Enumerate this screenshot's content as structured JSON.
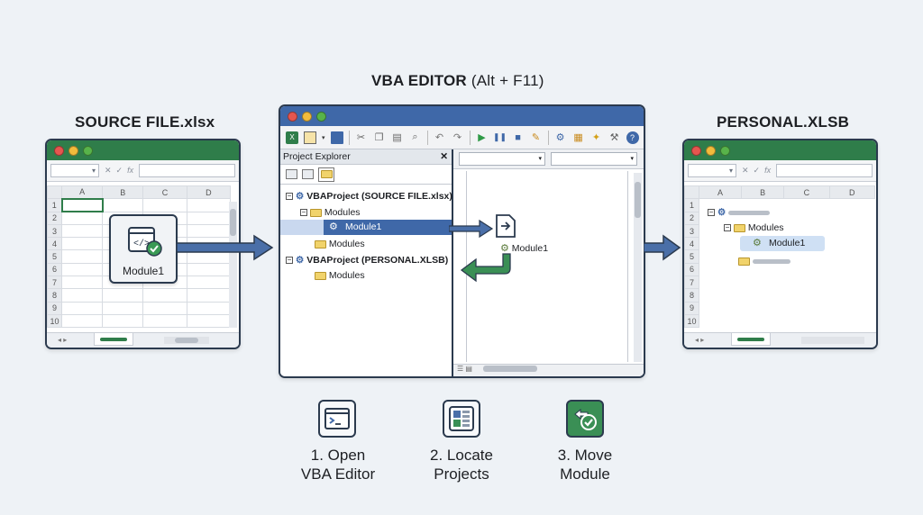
{
  "headings": {
    "source": "SOURCE FILE.xlsx",
    "vba_bold": "VBA EDITOR",
    "vba_light": "(Alt + F11)",
    "personal": "PERSONAL.XLSB"
  },
  "excel": {
    "fx_symbols": [
      "✕",
      "✓",
      "fx"
    ],
    "columns": [
      "A",
      "B",
      "C",
      "D"
    ],
    "rows": [
      "1",
      "2",
      "3",
      "4",
      "5",
      "6",
      "7",
      "8",
      "9",
      "10"
    ]
  },
  "source_card": {
    "label": "Module1"
  },
  "vba": {
    "pane_title": "Project Explorer",
    "pane_close": "✕",
    "project1": "VBAProject (SOURCE FILE.xlsx)",
    "project1_modules": "Modules",
    "project1_module1": "Module1",
    "project1_modules2": "Modules",
    "project2": "VBAProject (PERSONAL.XLSB)",
    "project2_modules": "Modules",
    "code_module": "Module1"
  },
  "personal_tree": {
    "modules": "Modules",
    "module1": "Module1"
  },
  "steps": [
    {
      "line1": "1. Open",
      "line2": "VBA Editor",
      "icon": "terminal-icon"
    },
    {
      "line1": "2. Locate",
      "line2": "Projects",
      "icon": "grid-icon"
    },
    {
      "line1": "3. Move",
      "line2": "Module",
      "icon": "move-check-icon"
    }
  ],
  "colors": {
    "green": "#2f7d4a",
    "blue": "#3f68a8",
    "dark": "#2b3a4e",
    "arrow": "#4a6fa8"
  }
}
